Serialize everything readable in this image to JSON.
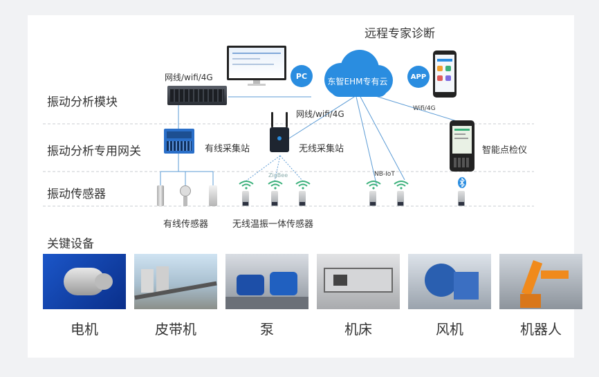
{
  "title": "远程专家诊断",
  "cloud_label": "东智EHM专有云",
  "pc_label": "PC",
  "app_label": "APP",
  "rows": {
    "module": "振动分析模块",
    "gateway": "振动分析专用网关",
    "sensor": "振动传感器",
    "equipment": "关键设备"
  },
  "net_labels": {
    "server": "网线/wifi/4G",
    "wireless": "网线/wifi/4G",
    "handheld": "Wifi/4G",
    "nbiot": "NB-IoT",
    "zigbee": "ZigBee"
  },
  "stations": {
    "wired": "有线采集站",
    "wireless": "无线采集站",
    "handheld": "智能点检仪"
  },
  "sensors": {
    "wired": "有线传感器",
    "wireless": "无线温振一体传感器"
  },
  "equipment": [
    "电机",
    "皮带机",
    "泵",
    "机床",
    "风机",
    "机器人"
  ],
  "colors": {
    "cloud": "#2a8de0",
    "line": "#5b9bd5",
    "dash": "#c9ccd1",
    "text": "#333333"
  }
}
